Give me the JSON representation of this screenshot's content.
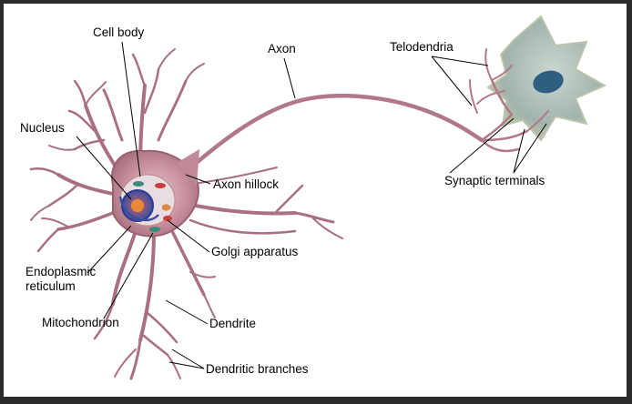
{
  "diagram": {
    "labels": {
      "cell_body": "Cell body",
      "nucleus": "Nucleus",
      "axon": "Axon",
      "telodendria": "Telodendria",
      "axon_hillock": "Axon hillock",
      "synaptic_terminals": "Synaptic terminals",
      "golgi_apparatus": "Golgi apparatus",
      "endoplasmic_reticulum_line1": "Endoplasmic",
      "endoplasmic_reticulum_line2": "reticulum",
      "mitochondrion": "Mitochondrion",
      "dendrite": "Dendrite",
      "dendritic_branches": "Dendritic branches"
    },
    "colors": {
      "membrane": "#a8707a",
      "membrane_light": "#d8b0bc",
      "cell_fill": "#c98c98",
      "nucleus": "#3a4fa0",
      "nucleolus": "#e07a30",
      "target_cell": "#8fa3a0",
      "target_nucleus": "#2f5f80",
      "frame_border": "#2b2b2b"
    }
  }
}
